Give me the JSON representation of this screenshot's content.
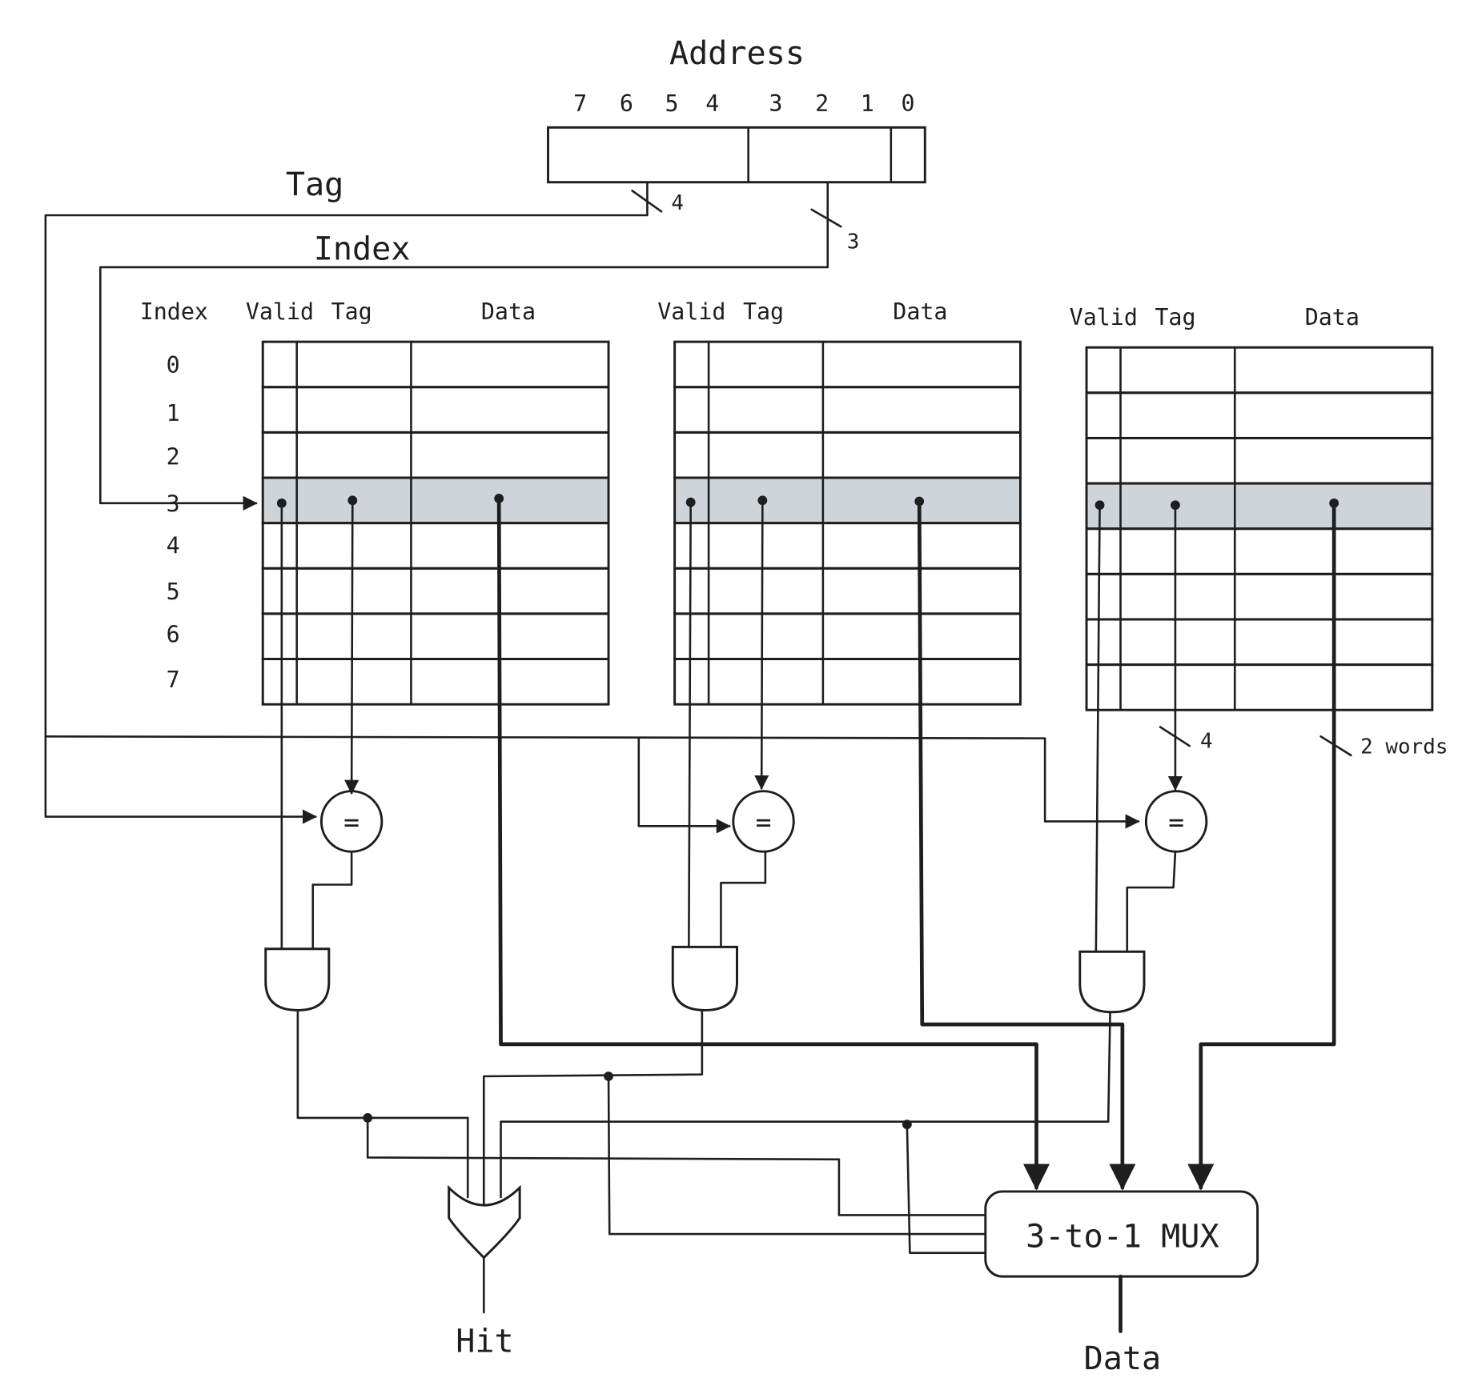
{
  "title": "Address",
  "address_bits": [
    "7",
    "6",
    "5",
    "4",
    "3",
    "2",
    "1",
    "0"
  ],
  "fields": {
    "tag_label": "Tag",
    "index_label": "Index",
    "tag_width": "4",
    "index_width": "3"
  },
  "row_index_header": "Index",
  "row_indices": [
    "0",
    "1",
    "2",
    "3",
    "4",
    "5",
    "6",
    "7"
  ],
  "selected_row": 3,
  "ways": [
    {
      "valid_label": "Valid",
      "tag_label": "Tag",
      "data_label": "Data"
    },
    {
      "valid_label": "Valid",
      "tag_label": "Tag",
      "data_label": "Data"
    },
    {
      "valid_label": "Valid",
      "tag_label": "Tag",
      "data_label": "Data"
    }
  ],
  "comparator_symbol": "=",
  "bus_annotations": {
    "tag_width": "4",
    "data_width": "2 words"
  },
  "mux_label": "3-to-1 MUX",
  "outputs": {
    "hit": "Hit",
    "data": "Data"
  },
  "colors": {
    "line": "#1e1e1e",
    "highlight_row": "#ced4da",
    "background": "#ffffff"
  }
}
